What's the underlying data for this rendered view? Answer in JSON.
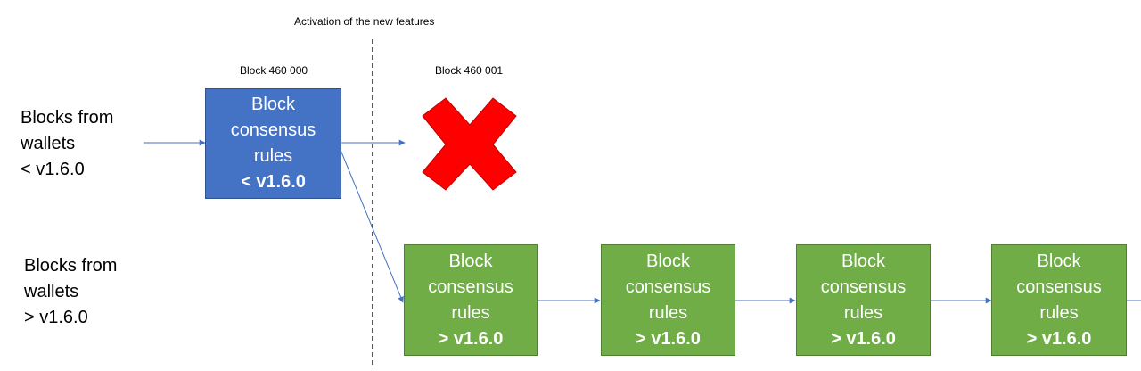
{
  "activation_label": "Activation of the new features",
  "block_labels": {
    "left": "Block 460 000",
    "right": "Block 460 001"
  },
  "side_labels": {
    "old": [
      "Blocks from",
      "wallets",
      "< v1.6.0"
    ],
    "new": [
      "Blocks from",
      "wallets",
      "> v1.6.0"
    ]
  },
  "old_block": {
    "lines": [
      "Block",
      "consensus",
      "rules"
    ],
    "version": "< v1.6.0"
  },
  "new_blocks": [
    {
      "lines": [
        "Block",
        "consensus",
        "rules"
      ],
      "version": "> v1.6.0"
    },
    {
      "lines": [
        "Block",
        "consensus",
        "rules"
      ],
      "version": "> v1.6.0"
    },
    {
      "lines": [
        "Block",
        "consensus",
        "rules"
      ],
      "version": "> v1.6.0"
    },
    {
      "lines": [
        "Block",
        "consensus",
        "rules"
      ],
      "version": "> v1.6.0"
    }
  ],
  "colors": {
    "old_block": "#4472c4",
    "new_block": "#70ad47",
    "arrow": "#4472c4",
    "reject_mark": "#ff0000"
  },
  "icons": {
    "reject": "red-cross-icon"
  }
}
